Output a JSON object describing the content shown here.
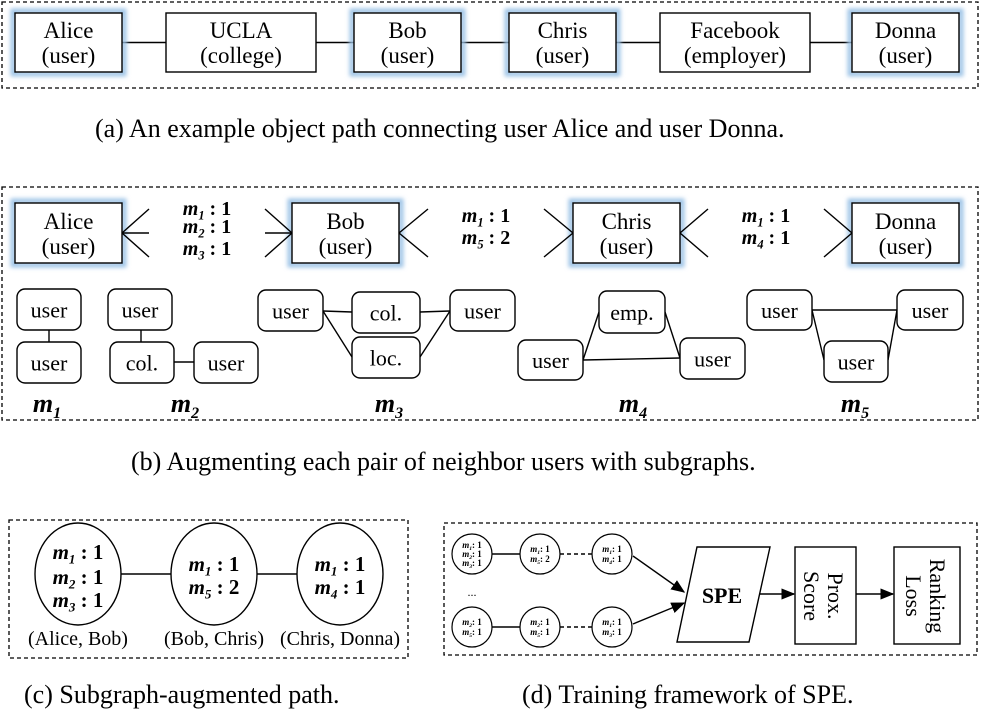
{
  "panel_a": {
    "nodes": [
      {
        "name": "Alice",
        "type": "(user)",
        "highlight": true
      },
      {
        "name": "UCLA",
        "type": "(college)",
        "highlight": false
      },
      {
        "name": "Bob",
        "type": "(user)",
        "highlight": true
      },
      {
        "name": "Chris",
        "type": "(user)",
        "highlight": true
      },
      {
        "name": "Facebook",
        "type": "(employer)",
        "highlight": false
      },
      {
        "name": "Donna",
        "type": "(user)",
        "highlight": true
      }
    ],
    "caption": "(a)  An example object path connecting user Alice and user Donna."
  },
  "panel_b": {
    "users": [
      {
        "name": "Alice",
        "type": "(user)"
      },
      {
        "name": "Bob",
        "type": "(user)"
      },
      {
        "name": "Chris",
        "type": "(user)"
      },
      {
        "name": "Donna",
        "type": "(user)"
      }
    ],
    "edge_counts": [
      [
        {
          "m": "m",
          "sub": "1",
          "val": ": 1"
        },
        {
          "m": "m",
          "sub": "2",
          "val": ": 1"
        },
        {
          "m": "m",
          "sub": "3",
          "val": ": 1"
        }
      ],
      [
        {
          "m": "m",
          "sub": "1",
          "val": ": 1"
        },
        {
          "m": "m",
          "sub": "5",
          "val": ": 2"
        }
      ],
      [
        {
          "m": "m",
          "sub": "1",
          "val": ": 1"
        },
        {
          "m": "m",
          "sub": "4",
          "val": ": 1"
        }
      ]
    ],
    "motifs": [
      {
        "label": "m",
        "sub": "1",
        "nodes": [
          "user",
          "user"
        ]
      },
      {
        "label": "m",
        "sub": "2",
        "nodes": [
          "user",
          "col.",
          "user"
        ]
      },
      {
        "label": "m",
        "sub": "3",
        "nodes": [
          "user",
          "col.",
          "loc.",
          "user"
        ]
      },
      {
        "label": "m",
        "sub": "4",
        "nodes": [
          "user",
          "emp.",
          "user"
        ]
      },
      {
        "label": "m",
        "sub": "5",
        "nodes": [
          "user",
          "user",
          "user"
        ]
      }
    ],
    "caption": "(b)  Augmenting each pair of neighbor users with subgraphs."
  },
  "panel_c": {
    "nodes": [
      {
        "rows": [
          {
            "sub": "1",
            "val": ": 1"
          },
          {
            "sub": "2",
            "val": ": 1"
          },
          {
            "sub": "3",
            "val": ": 1"
          }
        ],
        "label": "(Alice, Bob)"
      },
      {
        "rows": [
          {
            "sub": "1",
            "val": ": 1"
          },
          {
            "sub": "5",
            "val": ": 2"
          }
        ],
        "label": "(Bob, Chris)"
      },
      {
        "rows": [
          {
            "sub": "1",
            "val": ": 1"
          },
          {
            "sub": "4",
            "val": ": 1"
          }
        ],
        "label": "(Chris, Donna)"
      }
    ],
    "caption": "(c)  Subgraph-augmented path."
  },
  "panel_d": {
    "row1": [
      [
        {
          "sub": "1",
          "val": ": 1"
        },
        {
          "sub": "2",
          "val": ": 1"
        },
        {
          "sub": "3",
          "val": ": 1"
        }
      ],
      [
        {
          "sub": "1",
          "val": ": 1"
        },
        {
          "sub": "5",
          "val": ": 2"
        }
      ],
      [
        {
          "sub": "1",
          "val": ": 1"
        },
        {
          "sub": "4",
          "val": ": 1"
        }
      ]
    ],
    "row2": [
      [
        {
          "sub": "2",
          "val": ": 1"
        },
        {
          "sub": "5",
          "val": ": 1"
        }
      ],
      [
        {
          "sub": "2",
          "val": ": 1"
        },
        {
          "sub": "5",
          "val": ": 1"
        }
      ],
      [
        {
          "sub": "1",
          "val": ": 1"
        },
        {
          "sub": "3",
          "val": ": 1"
        }
      ]
    ],
    "ellipsis": "...",
    "spe": "SPE",
    "prox": [
      "Prox.",
      "Score"
    ],
    "rank": [
      "Ranking",
      "Loss"
    ],
    "caption": "(d)  Training framework of SPE."
  }
}
